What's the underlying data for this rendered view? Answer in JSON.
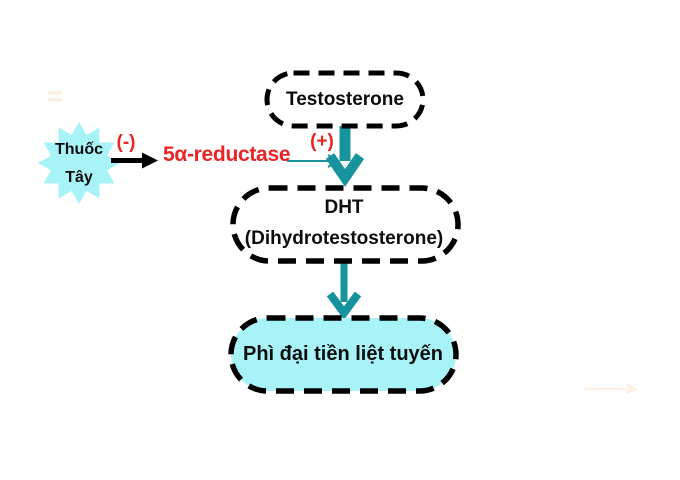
{
  "colors": {
    "background": "#ffffff",
    "teal": "#17939e",
    "cyan": "#a7f3f7",
    "red": "#ec2426",
    "ink": "#0d0d0d",
    "watermark": "#fcf0e2",
    "node_fill": "#ffffff",
    "border": "#000000"
  },
  "nodes": {
    "testosterone": {
      "label": "Testosterone"
    },
    "dht": {
      "line1": "DHT",
      "line2": "(Dihydrotestosterone)"
    },
    "outcome": {
      "label": "Phì đại tiền liệt tuyến"
    },
    "drug": {
      "line1": "Thuốc",
      "line2": "Tây"
    }
  },
  "labels": {
    "enzyme": "5α-reductase",
    "inhibit": "(-)",
    "promote": "(+)"
  }
}
